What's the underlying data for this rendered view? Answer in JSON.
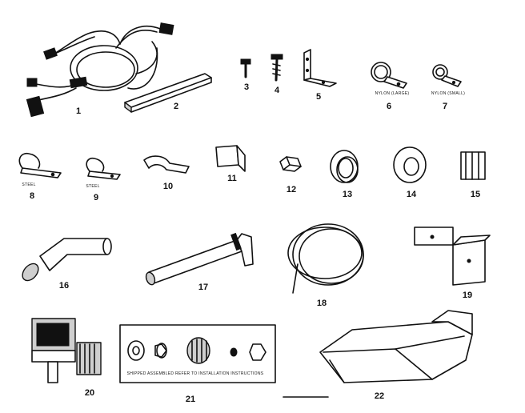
{
  "parts": [
    {
      "key": "p1",
      "number": "1"
    },
    {
      "key": "p2",
      "number": "2"
    },
    {
      "key": "p3",
      "number": "3"
    },
    {
      "key": "p4",
      "number": "4"
    },
    {
      "key": "p5",
      "number": "5"
    },
    {
      "key": "p6",
      "number": "6",
      "caption": "NYLON (LARGE)"
    },
    {
      "key": "p7",
      "number": "7",
      "caption": "NYLON (SMALL)"
    },
    {
      "key": "p8",
      "number": "8",
      "caption": "STEEL"
    },
    {
      "key": "p9",
      "number": "9",
      "caption": "STEEL"
    },
    {
      "key": "p10",
      "number": "10"
    },
    {
      "key": "p11",
      "number": "11"
    },
    {
      "key": "p12",
      "number": "12"
    },
    {
      "key": "p13",
      "number": "13"
    },
    {
      "key": "p14",
      "number": "14"
    },
    {
      "key": "p15",
      "number": "15"
    },
    {
      "key": "p16",
      "number": "16"
    },
    {
      "key": "p17",
      "number": "17"
    },
    {
      "key": "p18",
      "number": "18"
    },
    {
      "key": "p19",
      "number": "19"
    },
    {
      "key": "p20",
      "number": "20"
    },
    {
      "key": "p21",
      "number": "21",
      "caption": "SHIPPED ASSEMBLED REFER TO INSTALLATION INSTRUCTIONS"
    },
    {
      "key": "p22",
      "number": "22"
    }
  ]
}
